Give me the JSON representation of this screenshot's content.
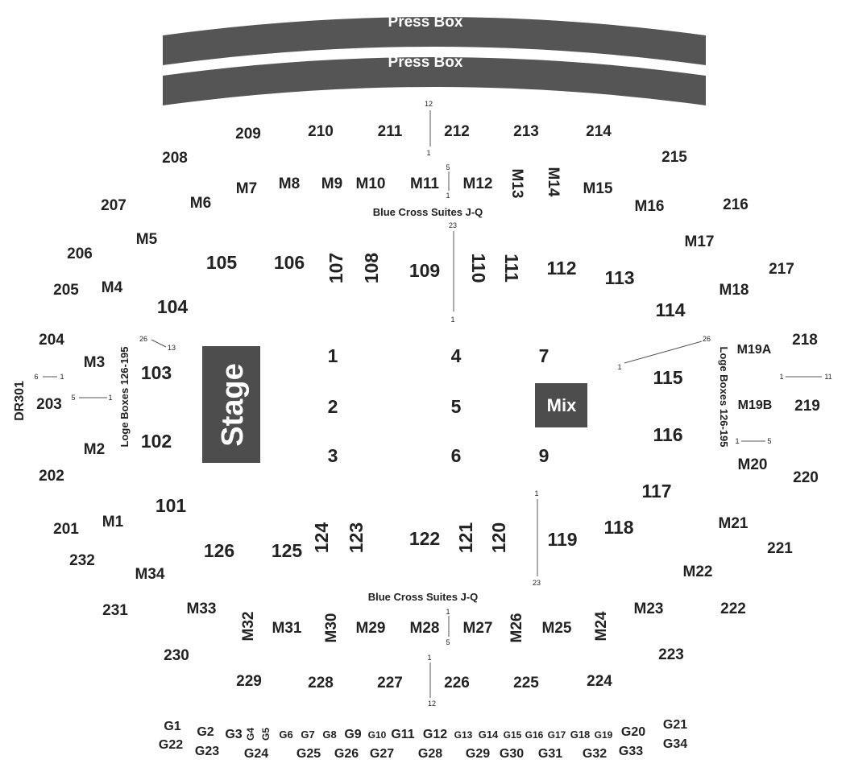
{
  "press_box": [
    "Press Box",
    "Press Box"
  ],
  "stage": "Stage",
  "mix": "Mix",
  "dr301": "DR301",
  "suites_top": "Blue Cross Suites J-Q",
  "suites_bottom": "Blue Cross Suites J-Q",
  "loge_left": "Loge Boxes 126-195",
  "loge_right": "Loge Boxes 126-195",
  "range_labels": [
    "12",
    "1",
    "5",
    "1",
    "23",
    "1",
    "26",
    "13",
    "6",
    "1",
    "5",
    "1",
    "26",
    "1",
    "1",
    "11",
    "1",
    "5",
    "1",
    "23",
    "1",
    "5",
    "1",
    "12"
  ],
  "floor": [
    "1",
    "2",
    "3",
    "4",
    "5",
    "6",
    "7",
    "9"
  ],
  "sections_200": [
    "201",
    "202",
    "203",
    "204",
    "205",
    "206",
    "207",
    "208",
    "209",
    "210",
    "211",
    "212",
    "213",
    "214",
    "215",
    "216",
    "217",
    "218",
    "219",
    "220",
    "221",
    "222",
    "223",
    "224",
    "225",
    "226",
    "227",
    "228",
    "229",
    "230",
    "231",
    "232"
  ],
  "sections_100": [
    "101",
    "102",
    "103",
    "104",
    "105",
    "106",
    "107",
    "108",
    "109",
    "110",
    "111",
    "112",
    "113",
    "114",
    "115",
    "116",
    "117",
    "118",
    "119",
    "120",
    "121",
    "122",
    "123",
    "124",
    "125",
    "126"
  ],
  "mezz": [
    "M1",
    "M2",
    "M3",
    "M4",
    "M5",
    "M6",
    "M7",
    "M8",
    "M9",
    "M10",
    "M11",
    "M12",
    "M13",
    "M14",
    "M15",
    "M16",
    "M17",
    "M18",
    "M19A",
    "M19B",
    "M20",
    "M21",
    "M22",
    "M23",
    "M24",
    "M25",
    "M26",
    "M27",
    "M28",
    "M29",
    "M30",
    "M31",
    "M32",
    "M33",
    "M34"
  ],
  "g_top": [
    "G1",
    "G2",
    "G3",
    "G4",
    "G5",
    "G6",
    "G7",
    "G8",
    "G9",
    "G10",
    "G11",
    "G12",
    "G13",
    "G14",
    "G15",
    "G16",
    "G17",
    "G18",
    "G19",
    "G20",
    "G21"
  ],
  "g_bottom": [
    "G22",
    "G23",
    "G24",
    "G25",
    "G26",
    "G27",
    "G28",
    "G29",
    "G30",
    "G31",
    "G32",
    "G33",
    "G34"
  ],
  "colors": {
    "press_box": "#555555",
    "stage": "#4d4d4d",
    "mix": "#4d4d4d",
    "text": "#222222"
  }
}
